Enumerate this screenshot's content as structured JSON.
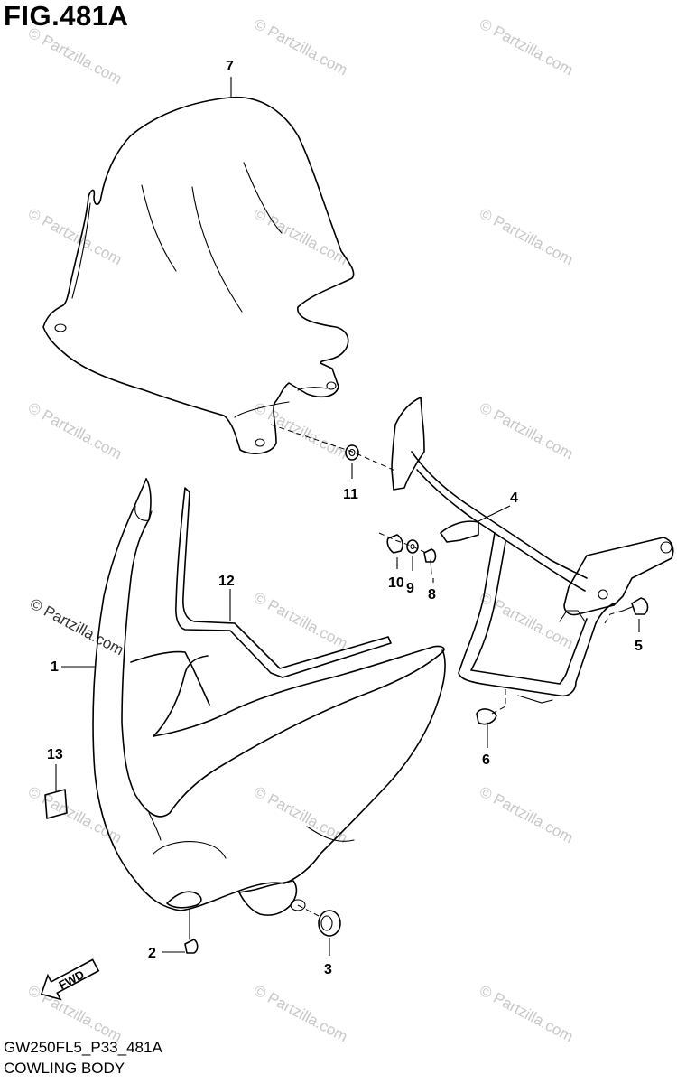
{
  "figure": {
    "title": "FIG.481A",
    "code": "GW250FL5_P33_481A",
    "name": "COWLING BODY"
  },
  "watermark": {
    "text": "© Partzilla.com"
  },
  "callouts": [
    "1",
    "2",
    "3",
    "4",
    "5",
    "6",
    "7",
    "8",
    "9",
    "10",
    "11",
    "12",
    "13"
  ],
  "direction_arrow": {
    "label": "FWD"
  }
}
